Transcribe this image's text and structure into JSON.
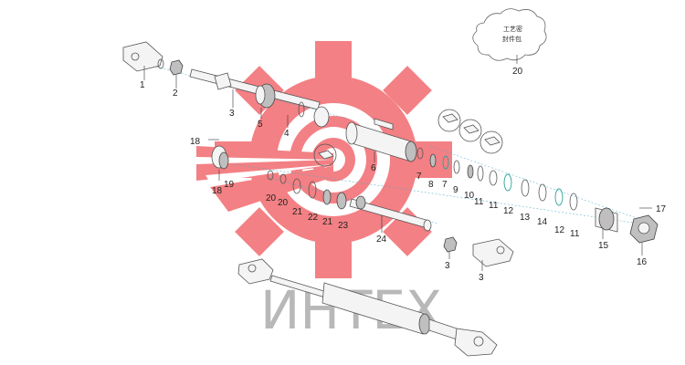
{
  "watermark": {
    "text": "ИНТЕХ",
    "gear_color": "#f26a6f"
  },
  "cloud": {
    "line1": "工艺密",
    "line2": "封件包"
  },
  "callouts": [
    {
      "id": "c1",
      "label": "1"
    },
    {
      "id": "c2",
      "label": "2"
    },
    {
      "id": "c3a",
      "label": "3"
    },
    {
      "id": "c4",
      "label": "4"
    },
    {
      "id": "c5",
      "label": "5"
    },
    {
      "id": "c6",
      "label": "6"
    },
    {
      "id": "c7a",
      "label": "7"
    },
    {
      "id": "c7b",
      "label": "7"
    },
    {
      "id": "c8",
      "label": "8"
    },
    {
      "id": "c9",
      "label": "9"
    },
    {
      "id": "c10",
      "label": "10"
    },
    {
      "id": "c11a",
      "label": "11"
    },
    {
      "id": "c11b",
      "label": "11"
    },
    {
      "id": "c12a",
      "label": "12"
    },
    {
      "id": "c13",
      "label": "13"
    },
    {
      "id": "c14",
      "label": "14"
    },
    {
      "id": "c12b",
      "label": "12"
    },
    {
      "id": "c11c",
      "label": "11"
    },
    {
      "id": "c15",
      "label": "15"
    },
    {
      "id": "c16",
      "label": "16"
    },
    {
      "id": "c17",
      "label": "17"
    },
    {
      "id": "c18a",
      "label": "18"
    },
    {
      "id": "c18b",
      "label": "18"
    },
    {
      "id": "c19",
      "label": "19"
    },
    {
      "id": "c20a",
      "label": "20"
    },
    {
      "id": "c20b",
      "label": "20"
    },
    {
      "id": "c21a",
      "label": "21"
    },
    {
      "id": "c22",
      "label": "22"
    },
    {
      "id": "c21b",
      "label": "21"
    },
    {
      "id": "c23",
      "label": "23"
    },
    {
      "id": "c24",
      "label": "24"
    },
    {
      "id": "c3b",
      "label": "3"
    },
    {
      "id": "c3c",
      "label": "3"
    },
    {
      "id": "c20c",
      "label": "20"
    }
  ]
}
